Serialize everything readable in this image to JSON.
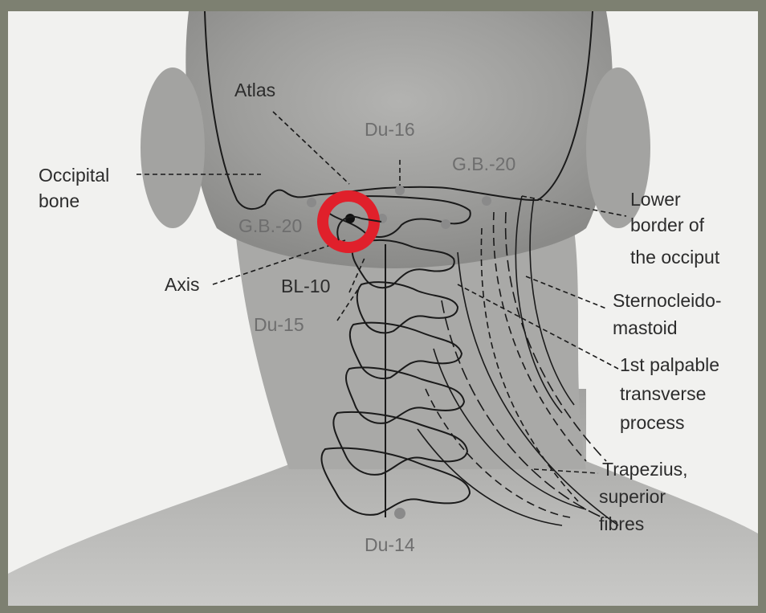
{
  "figure": {
    "labels": {
      "occipital_bone_1": "Occipital",
      "occipital_bone_2": "bone",
      "atlas": "Atlas",
      "axis": "Axis",
      "bl10": "BL-10",
      "lower_border_1": "Lower",
      "lower_border_2": "border of",
      "lower_border_3": "the occiput",
      "sternocleido_1": "Sternocleido-",
      "sternocleido_2": "mastoid",
      "transverse_1": "1st palpable",
      "transverse_2": "transverse",
      "transverse_3": "process",
      "trapezius_1": "Trapezius,",
      "trapezius_2": "superior",
      "trapezius_3": "fibres"
    },
    "points": {
      "du16": "Du-16",
      "gb20_right": "G.B.-20",
      "gb20_left": "G.B.-20",
      "du15": "Du-15",
      "du14": "Du-14"
    },
    "colors": {
      "highlight_ring": "#e0202b",
      "point_marker": "#8a8a8a",
      "line": "#1a1a1a"
    }
  }
}
